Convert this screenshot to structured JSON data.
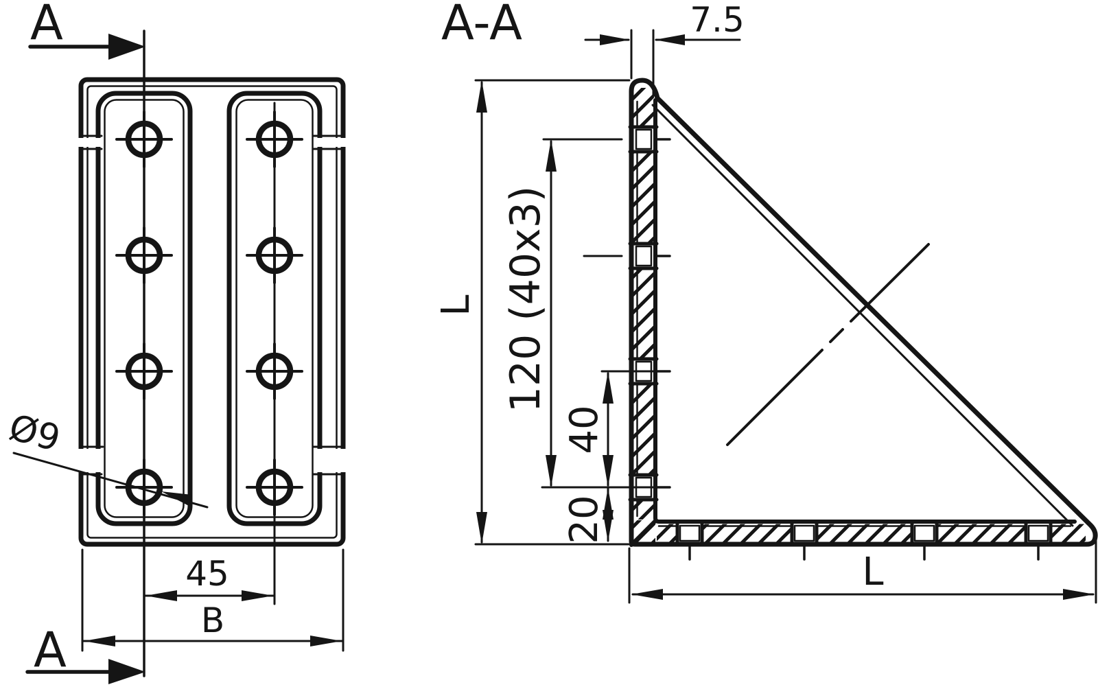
{
  "colors": {
    "ink": "#151515",
    "background": "#ffffff"
  },
  "front_view": {
    "cut_label_top": "A",
    "cut_label_bottom": "A",
    "dims": {
      "hole_spacing": "45",
      "width": "B",
      "hole_diameter": "Ø9"
    }
  },
  "section_view": {
    "title": "A-A",
    "dims": {
      "wall_thickness": "7.5",
      "height": "L",
      "hole_pattern": "120 (40x3)",
      "hole_pitch": "40",
      "base_offset": "20",
      "length": "L"
    }
  }
}
